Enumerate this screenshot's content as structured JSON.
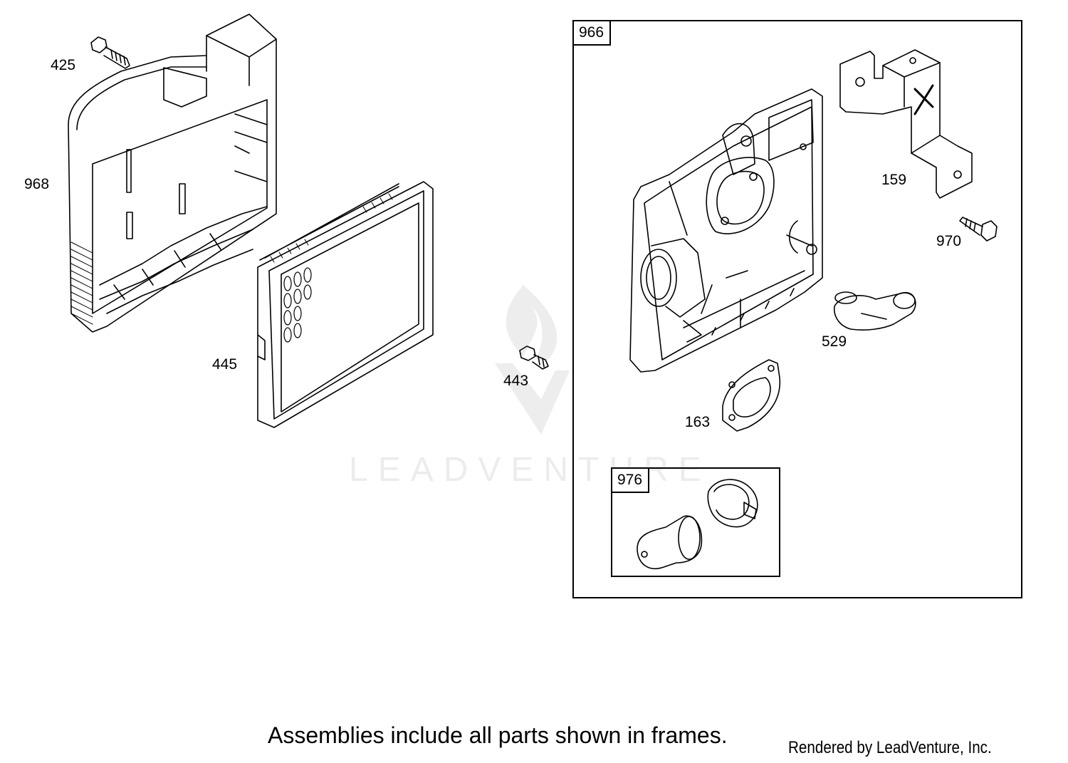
{
  "parts": [
    {
      "id": "p425",
      "number": "425"
    },
    {
      "id": "p968",
      "number": "968"
    },
    {
      "id": "p445",
      "number": "445"
    },
    {
      "id": "p443",
      "number": "443"
    },
    {
      "id": "p159",
      "number": "159"
    },
    {
      "id": "p970",
      "number": "970"
    },
    {
      "id": "p529",
      "number": "529"
    },
    {
      "id": "p163",
      "number": "163"
    }
  ],
  "frames": {
    "main": {
      "number": "966"
    },
    "sub": {
      "number": "976"
    }
  },
  "footer": {
    "note": "Assemblies include all parts shown in frames.",
    "credit": "Rendered by LeadVenture, Inc."
  },
  "watermark": {
    "text": "LEADVENTURE"
  },
  "colors": {
    "line": "#000000",
    "background": "#ffffff"
  }
}
